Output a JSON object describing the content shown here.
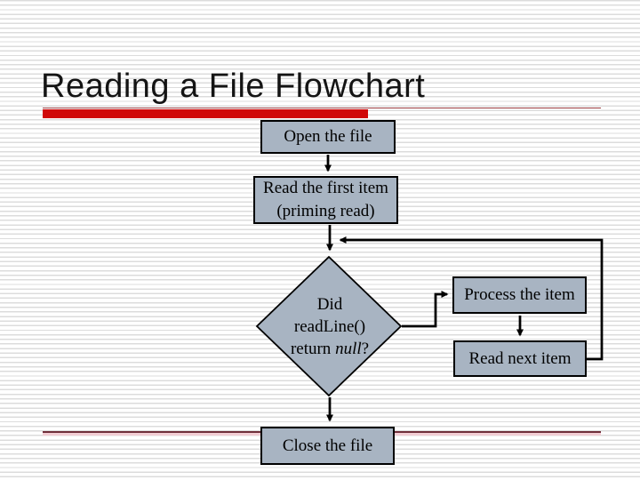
{
  "slide": {
    "title": "Reading a File Flowchart"
  },
  "flowchart": {
    "nodes": {
      "open": {
        "label": "Open the file"
      },
      "read_first": {
        "line1": "Read the first item",
        "line2": "(priming read)"
      },
      "decision": {
        "line1": "Did",
        "line2": "readLine()",
        "line3_prefix": "return ",
        "line3_italic": "null",
        "line3_suffix": "?"
      },
      "process": {
        "label": "Process the item"
      },
      "read_next": {
        "label": "Read next item"
      },
      "close": {
        "label": "Close the file"
      }
    }
  },
  "colors": {
    "accent_red": "#d00808",
    "rule_top": "#993a3e",
    "rule_bottom": "#6f2e39",
    "rule_bottom_shadow": "#f2cdd3",
    "node_fill": "#a8b4c2",
    "node_border": "#000000",
    "background_line": "#dcdcdc",
    "connector": "#000000"
  }
}
